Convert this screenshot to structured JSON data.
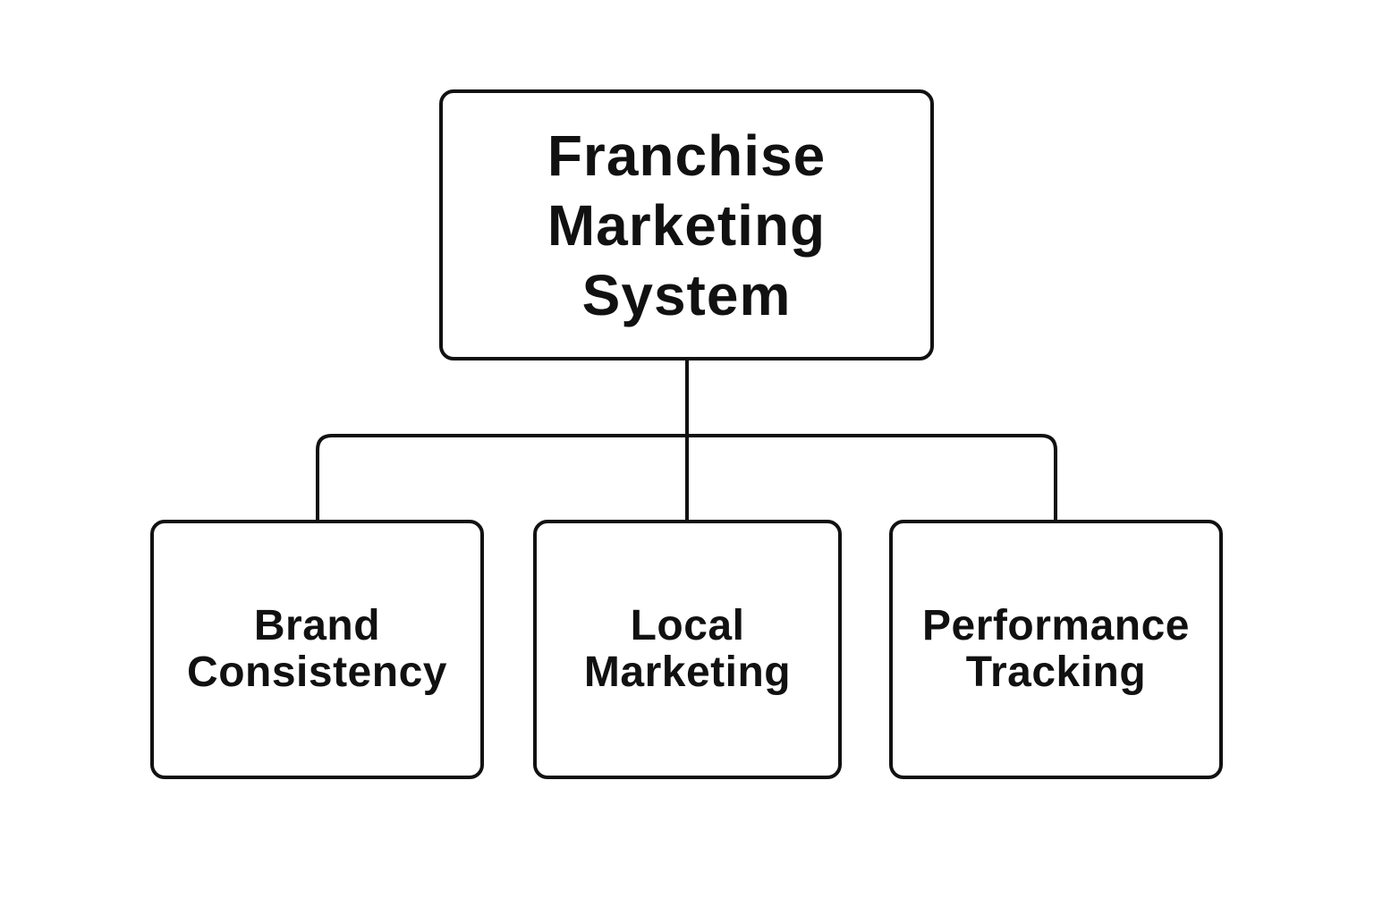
{
  "diagram": {
    "type": "hierarchy",
    "colors": {
      "stroke": "#111111",
      "text": "#111111",
      "background": "#ffffff"
    },
    "root": {
      "lines": [
        "Franchise",
        "Marketing",
        "System"
      ]
    },
    "children": [
      {
        "lines": [
          "Brand",
          "Consistency"
        ]
      },
      {
        "lines": [
          "Local",
          "Marketing"
        ]
      },
      {
        "lines": [
          "Performance",
          "Tracking"
        ]
      }
    ]
  }
}
